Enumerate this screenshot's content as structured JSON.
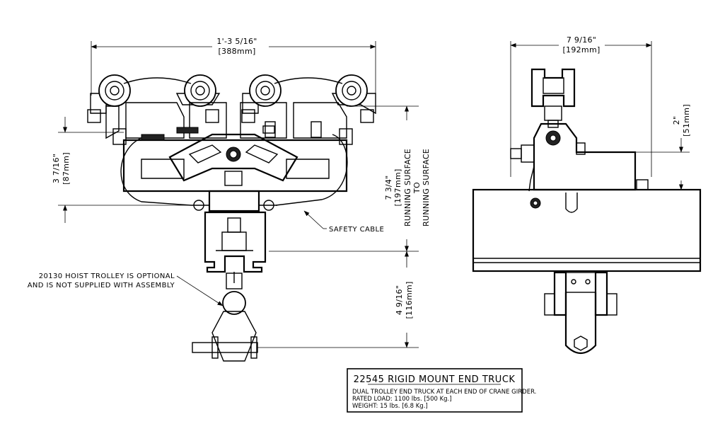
{
  "front_view": {
    "overall_width": {
      "imperial": "1'-3 5/16\"",
      "metric": "[388mm]"
    },
    "height_left": {
      "imperial": "3 7/16\"",
      "metric": "[87mm]"
    },
    "height_running": {
      "imperial": "7 3/4\"",
      "metric": "[197mm]",
      "line1": "RUNNING SURFACE",
      "line2": "TO",
      "line3": "RUNNING SURFACE"
    },
    "height_lower": {
      "imperial": "4 9/16\"",
      "metric": "[116mm]"
    },
    "safety_cable_label": "SAFETY CABLE",
    "hoist_note_line1": "20130 HOIST TROLLEY IS OPTIONAL",
    "hoist_note_line2": "AND IS NOT SUPPLIED WITH ASSEMBLY"
  },
  "side_view": {
    "width": {
      "imperial": "7 9/16\"",
      "metric": "[192mm]"
    },
    "height": {
      "imperial": "2\"",
      "metric": "[51mm]"
    }
  },
  "title_block": {
    "title": "22545 RIGID MOUNT END TRUCK",
    "line1": "DUAL TROLLEY END TRUCK AT EACH END OF CRANE GIRDER.",
    "line2": "RATED LOAD: 1100 lbs. [500 Kg.]",
    "line3": "WEIGHT: 15 lbs. [6.8 Kg.]"
  }
}
